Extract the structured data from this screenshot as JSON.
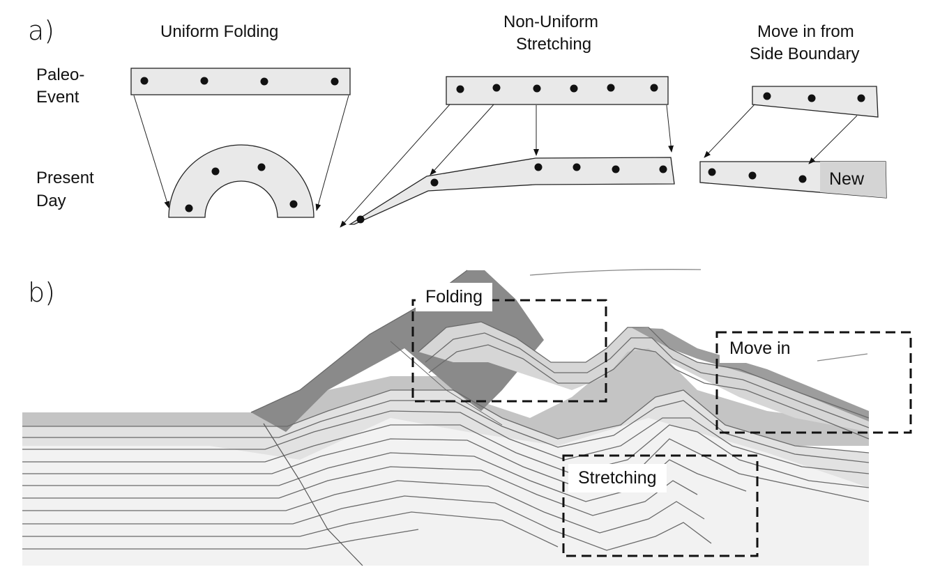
{
  "panel_a": {
    "label": "a)",
    "columns": {
      "uniform_folding": "Uniform Folding",
      "non_uniform_line1": "Non-Uniform",
      "non_uniform_line2": "Stretching",
      "move_in_line1": "Move in from",
      "move_in_line2": "Side Boundary"
    },
    "rows": {
      "paleo_line1": "Paleo-",
      "paleo_line2": "Event",
      "present_line1": "Present",
      "present_line2": "Day"
    },
    "new_label": "New"
  },
  "panel_b": {
    "label": "b)",
    "boxes": {
      "folding": "Folding",
      "move_in": "Move in",
      "stretching": "Stretching"
    }
  },
  "colors": {
    "light_fill": "#e9e9e9",
    "new_fill": "#d4d4d4",
    "dark_layer": "#8a8a8a",
    "mid_layer": "#b3b3b3",
    "line": "#6a6a6a"
  }
}
